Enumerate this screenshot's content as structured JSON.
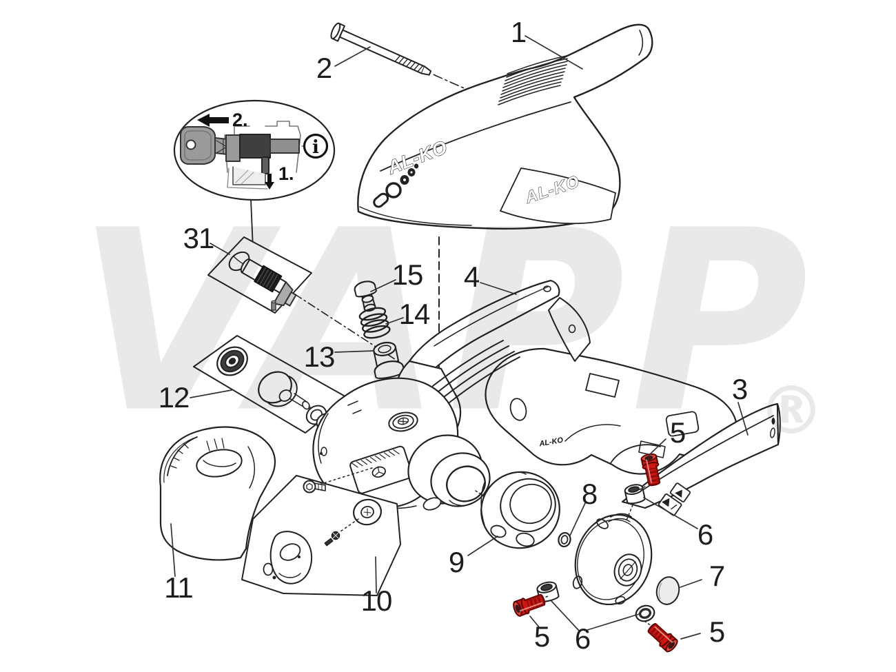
{
  "watermark": {
    "text": "VAPP",
    "registered_mark": "®",
    "color": "#e9e9e9"
  },
  "brand": {
    "logo_text": "AL-KO"
  },
  "instruction_bubble": {
    "step_pull": "1.",
    "step_turn": "2.",
    "info_symbol": "i"
  },
  "part_labels": [
    {
      "text": "1"
    },
    {
      "text": "2"
    },
    {
      "text": "31"
    },
    {
      "text": "15"
    },
    {
      "text": "14"
    },
    {
      "text": "4"
    },
    {
      "text": "13"
    },
    {
      "text": "12"
    },
    {
      "text": "3"
    },
    {
      "text": "5"
    },
    {
      "text": "8"
    },
    {
      "text": "6"
    },
    {
      "text": "9"
    },
    {
      "text": "7"
    },
    {
      "text": "11"
    },
    {
      "text": "10"
    },
    {
      "text": "5"
    },
    {
      "text": "6"
    },
    {
      "text": "5"
    }
  ],
  "colors": {
    "line": "#222222",
    "screw_red": "#cc1812",
    "screw_red_dark": "#5c0404",
    "cap_gray": "#ededed",
    "metal_gray": "#9a9a9a",
    "watermark_gray": "#e9e9e9"
  }
}
